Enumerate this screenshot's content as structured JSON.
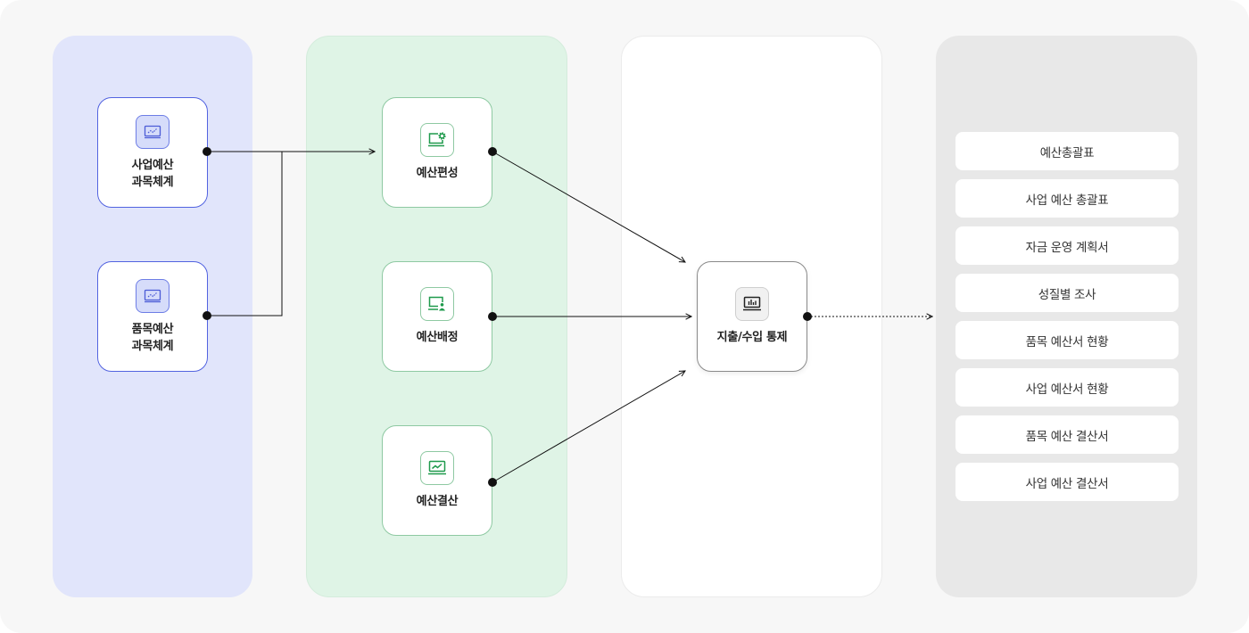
{
  "source_nodes": [
    {
      "label": "사업예산\n과목체계",
      "icon": "chart-monitor-icon"
    },
    {
      "label": "품목예산\n과목체계",
      "icon": "chart-monitor-icon"
    }
  ],
  "process_nodes": [
    {
      "label": "예산편성",
      "icon": "monitor-gear-icon"
    },
    {
      "label": "예산배정",
      "icon": "monitor-person-icon"
    },
    {
      "label": "예산결산",
      "icon": "monitor-trend-icon"
    }
  ],
  "control_node": {
    "label": "지출/수입 통제",
    "icon": "monitor-bar-chart-icon"
  },
  "reports": [
    "예산총괄표",
    "사업 예산 총괄표",
    "자금 운영 계획서",
    "성질별 조사",
    "품목 예산서 현황",
    "사업 예산서 현황",
    "품목 예산 결산서",
    "사업 예산 결산서"
  ],
  "colors": {
    "source_panel": "#e1e5fb",
    "process_panel": "#dff4e6",
    "control_panel": "#ffffff",
    "report_panel": "#e8e8e8",
    "source_accent": "#5263e0",
    "process_accent": "#1f9a4c"
  }
}
